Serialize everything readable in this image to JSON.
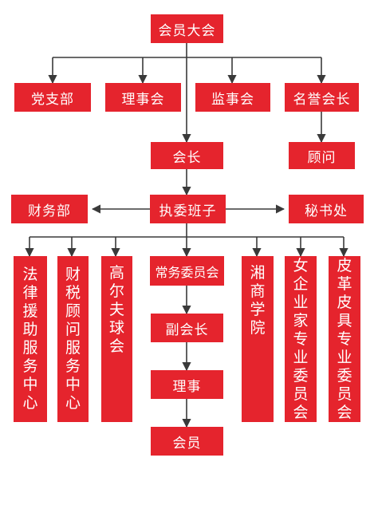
{
  "colors": {
    "box_fill": "#e5242d",
    "text": "#ffffff",
    "line": "#3a3a3a"
  },
  "nodes": {
    "assembly": "会员大会",
    "party_branch": "党支部",
    "board": "理事会",
    "supervisory": "监事会",
    "honorary_president": "名誉会长",
    "president": "会长",
    "advisor": "顾问",
    "executive": "执委班子",
    "finance": "财务部",
    "secretary": "秘书处",
    "standing": "常务委员会",
    "vice_president": "副会长",
    "director": "理事",
    "member": "会员",
    "legal_aid": "法律援助服务中心",
    "tax_consulting": "财税顾问服务中心",
    "golf": "高尔夫球会",
    "xiangshang_academy": "湘商学院",
    "women_entrepreneurs": "女企业家专业委员会",
    "leather": "皮革皮具专业委员会"
  }
}
